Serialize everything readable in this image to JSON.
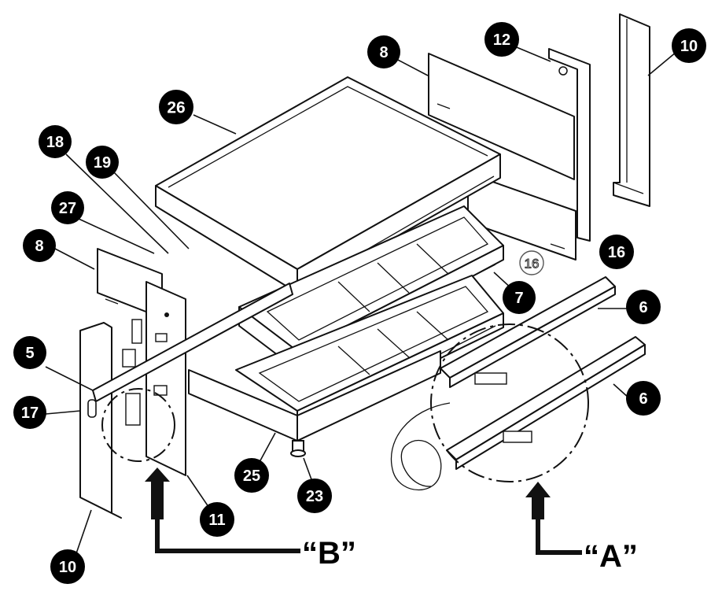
{
  "labels": {
    "l26": "26",
    "l18": "18",
    "l19": "19",
    "l27": "27",
    "l8a": "8",
    "l8b": "8",
    "l12": "12",
    "l10a": "10",
    "l16a": "16",
    "l16b": "16",
    "l7": "7",
    "l6a": "6",
    "l6b": "6",
    "l5": "5",
    "l17": "17",
    "l11": "11",
    "l25": "25",
    "l23": "23",
    "l10b": "10"
  },
  "views": {
    "b": "“B”",
    "a": "“A”"
  },
  "colors": {
    "badge": "#000000",
    "line": "#111111",
    "background": "#ffffff"
  }
}
